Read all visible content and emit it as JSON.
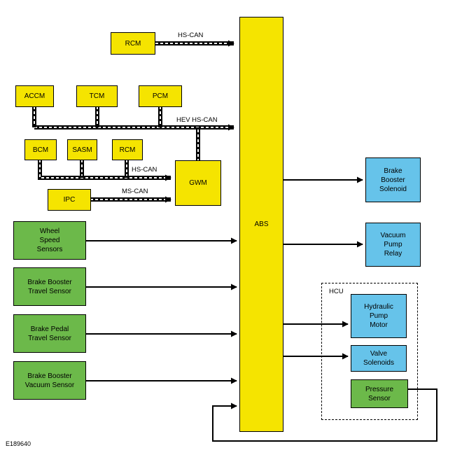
{
  "colors": {
    "can_module": "#f5e400",
    "sensor": "#6cb94a",
    "actuator": "#66c3ea",
    "line": "#000000"
  },
  "modules": {
    "rcm_top": "RCM",
    "accm": "ACCM",
    "tcm": "TCM",
    "pcm": "PCM",
    "bcm": "BCM",
    "sasm": "SASM",
    "rcm_mid": "RCM",
    "ipc": "IPC",
    "gwm": "GWM",
    "abs": "ABS"
  },
  "sensors": {
    "wheel_speed": [
      "Wheel",
      "Speed",
      "Sensors"
    ],
    "booster_travel": [
      "Brake Booster",
      "Travel Sensor"
    ],
    "pedal_travel": [
      "Brake Pedal",
      "Travel Sensor"
    ],
    "booster_vacuum": [
      "Brake Booster",
      "Vacuum Sensor"
    ]
  },
  "actuators": {
    "booster_solenoid": [
      "Brake",
      "Booster",
      "Solenoid"
    ],
    "vacuum_relay": [
      "Vacuum",
      "Pump",
      "Relay"
    ],
    "hydraulic_pump": [
      "Hydraulic",
      "Pump",
      "Motor"
    ],
    "valve_solenoids": [
      "Valve",
      "Solenoids"
    ],
    "pressure_sensor": [
      "Pressure",
      "Sensor"
    ]
  },
  "bus_labels": {
    "hs_can_top": "HS-CAN",
    "hev_hs_can": "HEV HS-CAN",
    "hs_can_mid": "HS-CAN",
    "ms_can": "MS-CAN"
  },
  "hcu_label": "HCU",
  "figure_id": "E189640"
}
